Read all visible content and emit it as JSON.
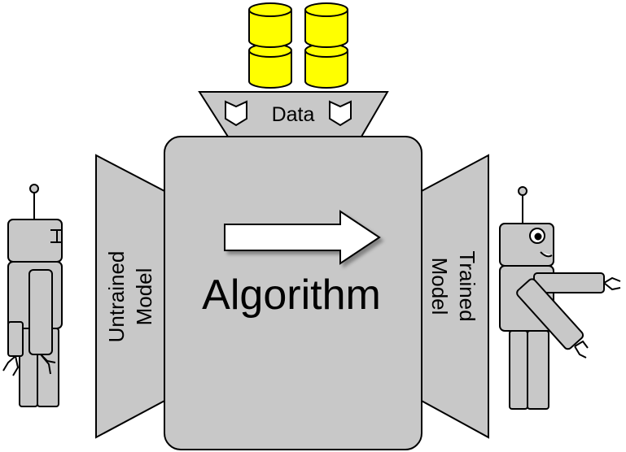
{
  "diagram": {
    "hopper_label": "Data",
    "machine_label": "Algorithm",
    "left_funnel_label": [
      "Untrained",
      "Model"
    ],
    "right_funnel_label": [
      "Trained",
      "Model"
    ],
    "colors": {
      "body_gray": "#c8c8c8",
      "database_yellow": "#ffff00",
      "outline": "#000000",
      "arrow_fill": "#ffffff"
    },
    "icons": {
      "database_stack": "database-icon",
      "data_chevron": "chevron-down-icon",
      "arrow": "arrow-right-icon",
      "untrained_robot": "robot-icon",
      "trained_robot": "robot-icon"
    }
  }
}
